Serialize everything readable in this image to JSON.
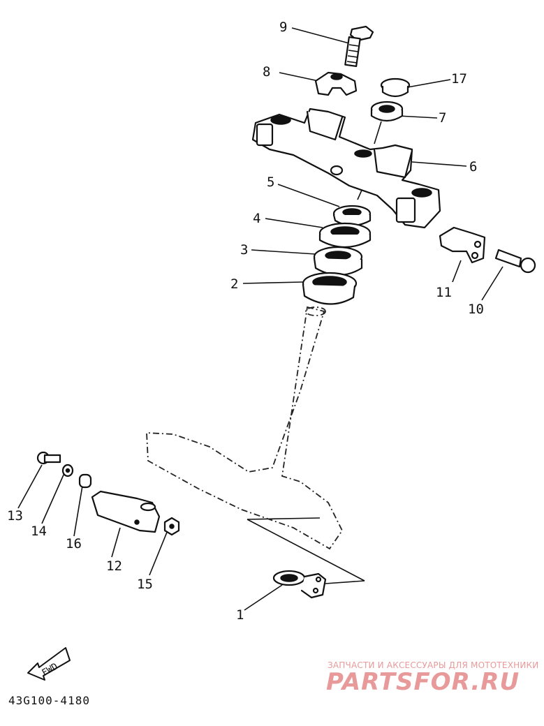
{
  "diagram": {
    "part_numbers": [
      "1",
      "2",
      "3",
      "4",
      "5",
      "6",
      "7",
      "8",
      "9",
      "10",
      "11",
      "12",
      "13",
      "14",
      "15",
      "16",
      "17"
    ],
    "drawing_code": "43G100-4180",
    "direction_label": "FWD"
  },
  "watermark": {
    "tagline": "ЗАПЧАСТИ И АКСЕССУАРЫ ДЛЯ МОТОТЕХНИКИ",
    "logo_text": "PARTSFOR.RU",
    "color": "#e89a9a"
  }
}
